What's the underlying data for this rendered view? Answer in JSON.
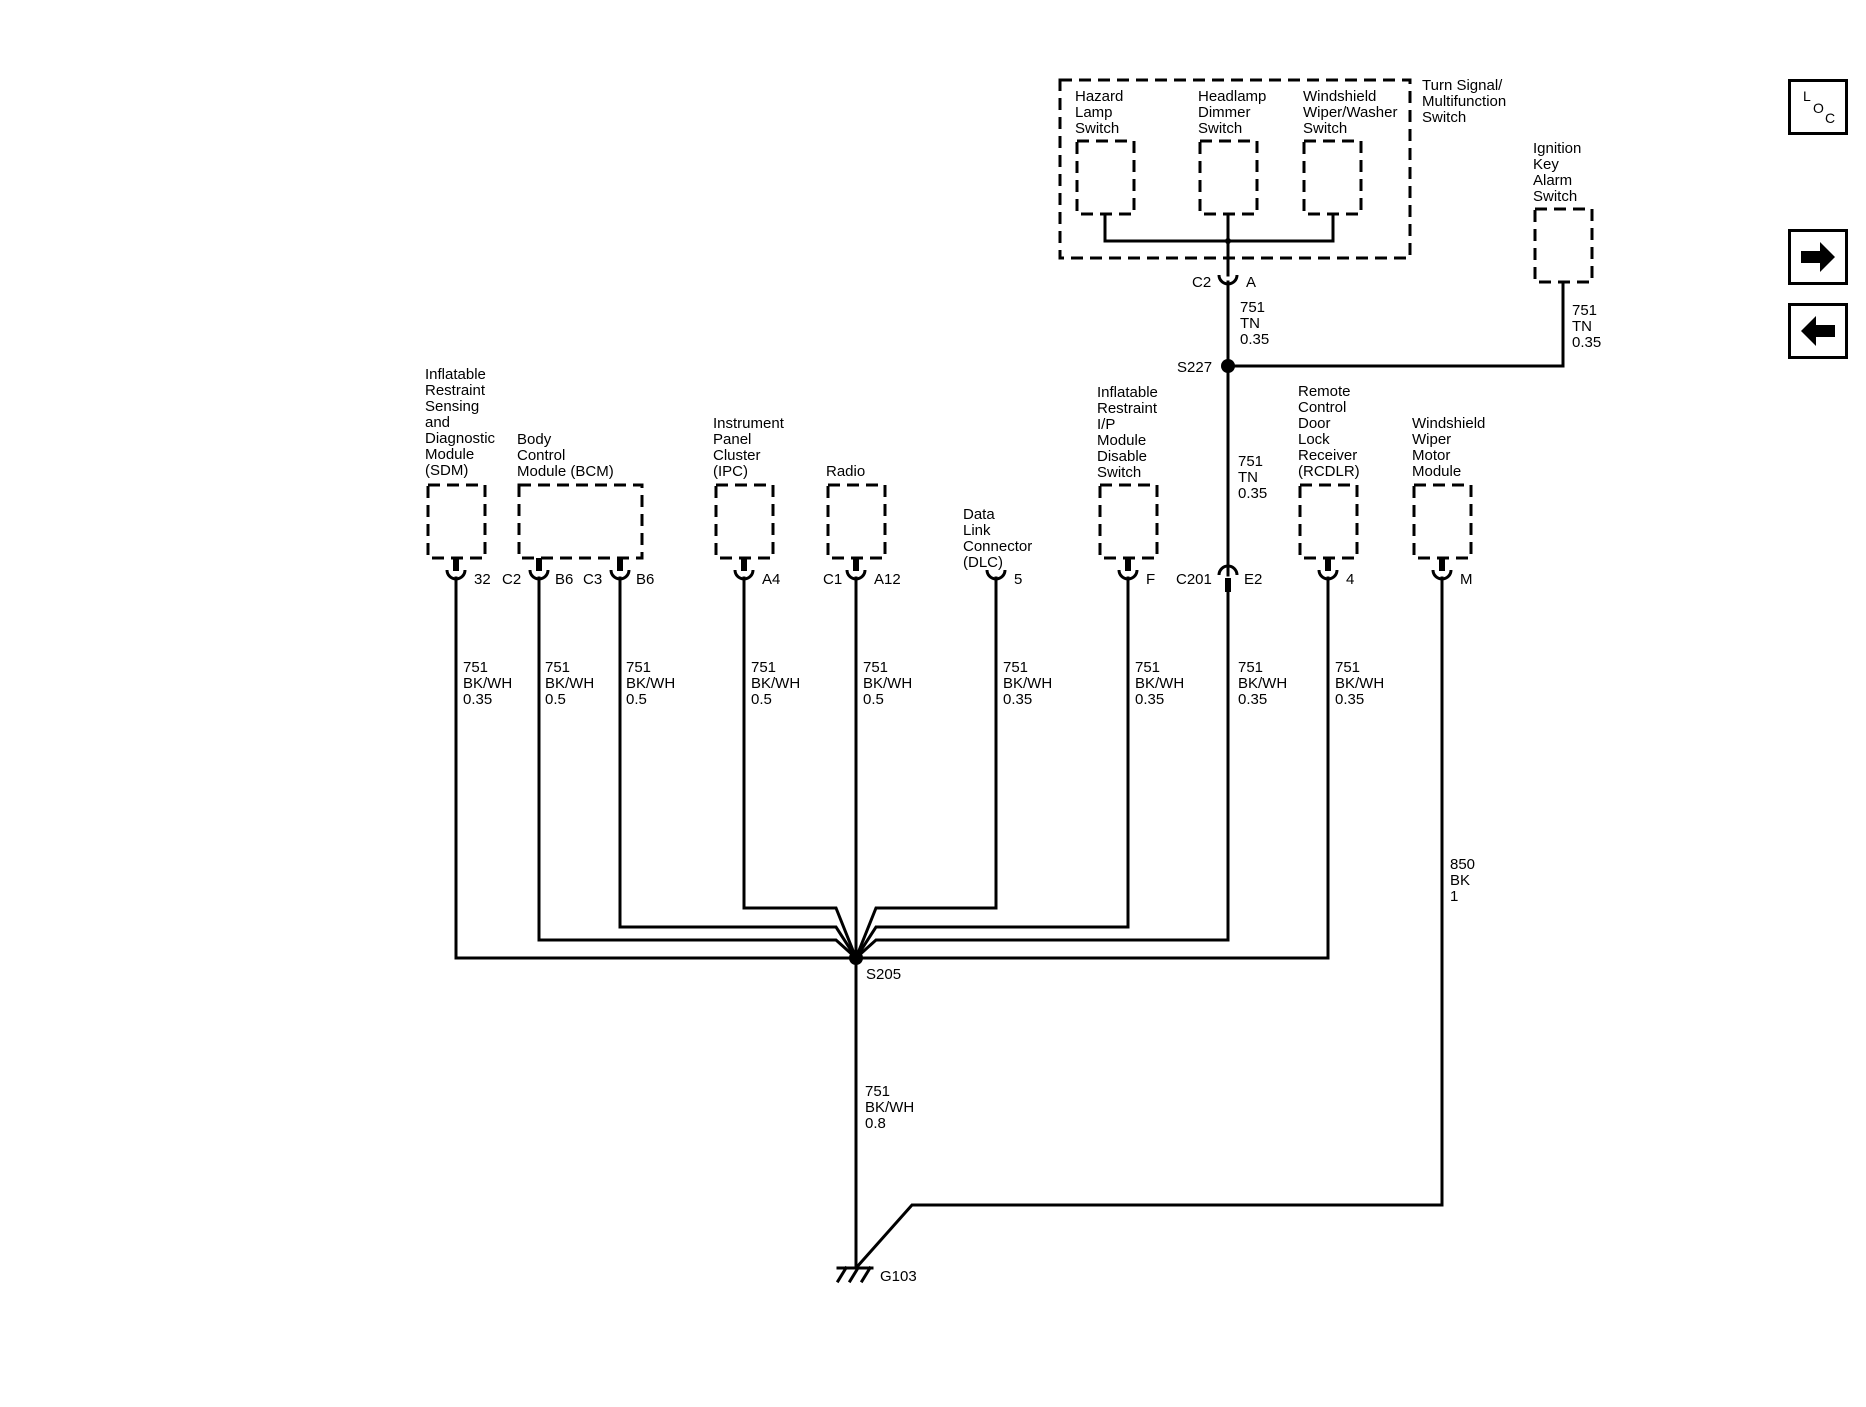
{
  "components": {
    "sdm": [
      "Inflatable",
      "Restraint",
      "Sensing",
      "and",
      "Diagnostic",
      "Module",
      "(SDM)"
    ],
    "bcm": [
      "Body",
      "Control",
      "Module (BCM)"
    ],
    "ipc": [
      "Instrument",
      "Panel",
      "Cluster",
      "(IPC)"
    ],
    "radio": [
      "Radio"
    ],
    "dlc": [
      "Data",
      "Link",
      "Connector",
      "(DLC)"
    ],
    "ipmds": [
      "Inflatable",
      "Restraint",
      "I/P",
      "Module",
      "Disable",
      "Switch"
    ],
    "rcdlr": [
      "Remote",
      "Control",
      "Door",
      "Lock",
      "Receiver",
      "(RCDLR)"
    ],
    "wwm": [
      "Windshield",
      "Wiper",
      "Motor",
      "Module"
    ],
    "hazard": [
      "Hazard",
      "Lamp",
      "Switch"
    ],
    "headlamp": [
      "Headlamp",
      "Dimmer",
      "Switch"
    ],
    "wiper_sw": [
      "Windshield",
      "Wiper/Washer",
      "Switch"
    ],
    "turn_signal": [
      "Turn Signal/",
      "Multifunction",
      "Switch"
    ],
    "ignition": [
      "Ignition",
      "Key",
      "Alarm",
      "Switch"
    ]
  },
  "pins": {
    "sdm": "32",
    "bcm_c2": "C2",
    "bcm_b6a": "B6",
    "bcm_c3": "C3",
    "bcm_b6b": "B6",
    "ipc": "A4",
    "radio_c1": "C1",
    "radio": "A12",
    "dlc": "5",
    "ipmds": "F",
    "c201": "C201",
    "c201_pin": "E2",
    "rcdlr": "4",
    "wwm": "M",
    "c2_top": "C2",
    "a_top": "A"
  },
  "wires": {
    "sdm": [
      "751",
      "BK/WH",
      "0.35"
    ],
    "bcm1": [
      "751",
      "BK/WH",
      "0.5"
    ],
    "bcm2": [
      "751",
      "BK/WH",
      "0.5"
    ],
    "ipc": [
      "751",
      "BK/WH",
      "0.5"
    ],
    "radio": [
      "751",
      "BK/WH",
      "0.5"
    ],
    "dlc": [
      "751",
      "BK/WH",
      "0.35"
    ],
    "ipmds": [
      "751",
      "BK/WH",
      "0.35"
    ],
    "c201": [
      "751",
      "BK/WH",
      "0.35"
    ],
    "rcdlr": [
      "751",
      "BK/WH",
      "0.35"
    ],
    "ground": [
      "751",
      "BK/WH",
      "0.8"
    ],
    "wwm": [
      "850",
      "BK",
      "1"
    ],
    "top1": [
      "751",
      "TN",
      "0.35"
    ],
    "top2": [
      "751",
      "TN",
      "0.35"
    ],
    "ignition": [
      "751",
      "TN",
      "0.35"
    ]
  },
  "splices": {
    "s227": "S227",
    "s205": "S205"
  },
  "ground_label": "G103",
  "nav": {
    "loc_l": "L",
    "loc_o": "O",
    "loc_c": "C"
  }
}
